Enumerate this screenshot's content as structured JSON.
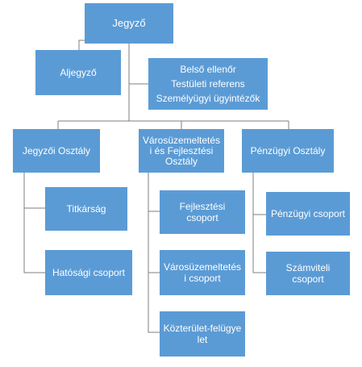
{
  "colors": {
    "box_fill": "#5b9bd5",
    "connector": "#7f7f7f",
    "text": "#ffffff"
  },
  "org_chart": {
    "root": "Jegyző",
    "deputy": "Aljegyző",
    "staff_lines": [
      "Belső ellenőr",
      "Testületi referens",
      "Személyügyi ügyintézők"
    ],
    "departments": [
      {
        "name_lines": [
          "Jegyzői Osztály"
        ],
        "units": [
          {
            "lines": [
              "Titkárság"
            ]
          },
          {
            "lines": [
              "Hatósági csoport"
            ]
          }
        ]
      },
      {
        "name_lines": [
          "Városüzemeltetés",
          "i és Fejlesztési",
          "Osztály"
        ],
        "units": [
          {
            "lines": [
              "Fejlesztési",
              "csoport"
            ]
          },
          {
            "lines": [
              "Városüzemeltetés",
              "i csoport"
            ]
          },
          {
            "lines": [
              "Közterület-felügye",
              "let"
            ]
          }
        ]
      },
      {
        "name_lines": [
          "Pénzügyi Osztály"
        ],
        "units": [
          {
            "lines": [
              "Pénzügyi csoport"
            ]
          },
          {
            "lines": [
              "Számviteli",
              "csoport"
            ]
          }
        ]
      }
    ]
  }
}
